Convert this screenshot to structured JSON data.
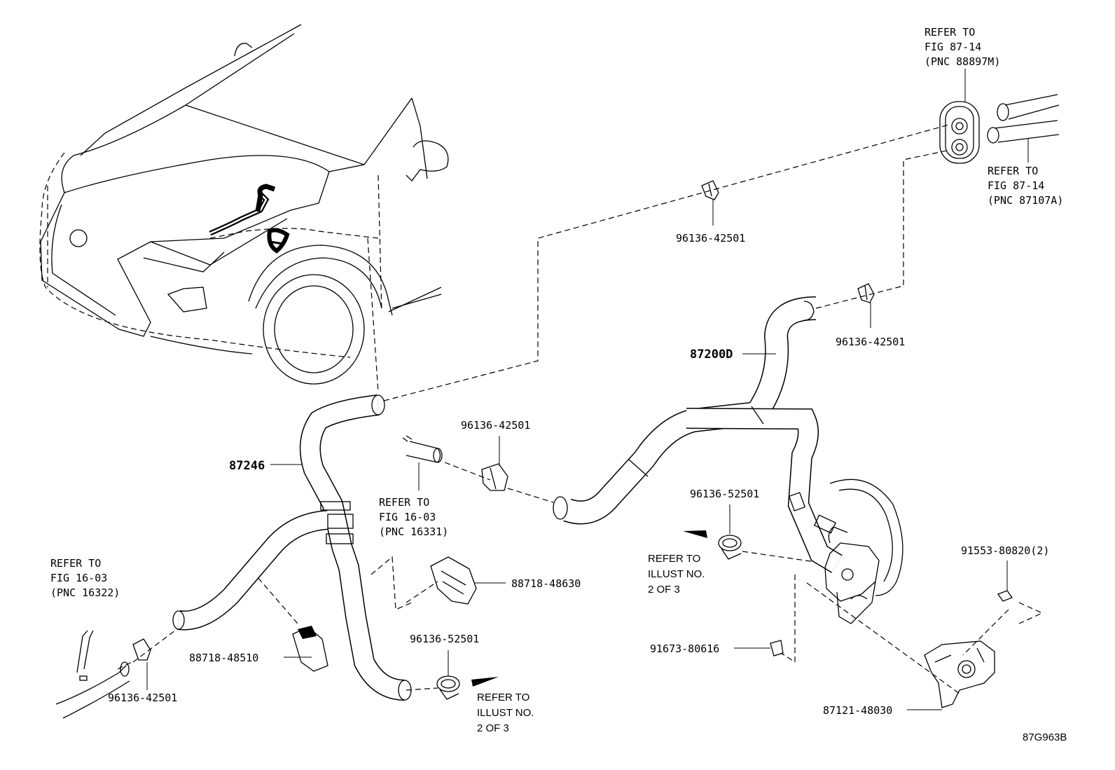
{
  "diagram_id": "87G963B",
  "labels": {
    "ref_88897m": [
      "REFER TO",
      "FIG 87-14",
      "(PNC 88897M)"
    ],
    "ref_87107a": [
      "REFER TO",
      "FIG 87-14",
      "(PNC 87107A)"
    ],
    "ref_16331": [
      "REFER TO",
      "FIG 16-03",
      "(PNC 16331)"
    ],
    "ref_16322": [
      "REFER TO",
      "FIG 16-03",
      "(PNC 16322)"
    ],
    "ref_illust_left": [
      "REFER TO",
      "ILLUST NO.",
      "2 OF 3"
    ],
    "ref_illust_right": [
      "REFER TO",
      "ILLUST NO.",
      "2 OF 3"
    ]
  },
  "parts": {
    "clip_top": "96136-42501",
    "clip_right_top": "96136-42501",
    "hose_87200d": "87200D",
    "hose_87246": "87246",
    "clip_mid": "96136-42501",
    "clamp_right": "96136-52501",
    "bolt_91553": "91553-80820(2)",
    "clamp_88718_48630": "88718-48630",
    "clamp_88718_48510": "88718-48510",
    "clip_bottom_left": "96136-42501",
    "clamp_bottom": "96136-52501",
    "bolt_91673": "91673-80616",
    "bracket_87121": "87121-48030"
  }
}
